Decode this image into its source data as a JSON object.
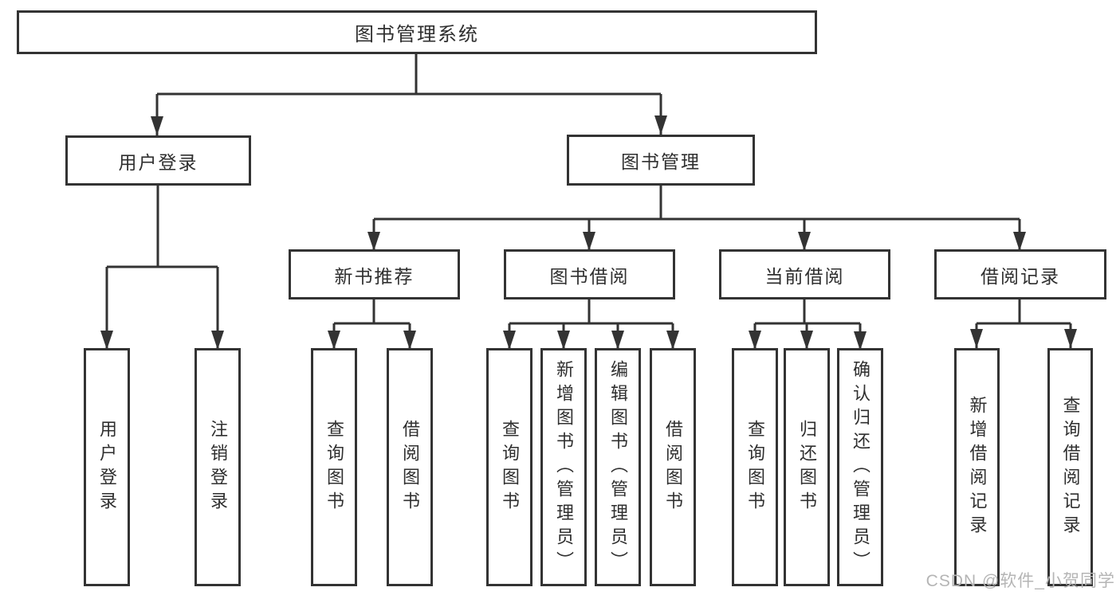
{
  "diagram": {
    "root": {
      "label": "图书管理系统",
      "children": [
        {
          "label": "用户登录",
          "children": [
            {
              "label": "用户登录"
            },
            {
              "label": "注销登录"
            }
          ]
        },
        {
          "label": "图书管理",
          "children": [
            {
              "label": "新书推荐",
              "children": [
                {
                  "label": "查询图书"
                },
                {
                  "label": "借阅图书"
                }
              ]
            },
            {
              "label": "图书借阅",
              "children": [
                {
                  "label": "查询图书"
                },
                {
                  "label": "新增图书（管理员）"
                },
                {
                  "label": "编辑图书（管理员）"
                },
                {
                  "label": "借阅图书"
                }
              ]
            },
            {
              "label": "当前借阅",
              "children": [
                {
                  "label": "查询图书"
                },
                {
                  "label": "归还图书"
                },
                {
                  "label": "确认归还（管理员）"
                }
              ]
            },
            {
              "label": "借阅记录",
              "children": [
                {
                  "label": "新增借阅记录"
                },
                {
                  "label": "查询借阅记录"
                }
              ]
            }
          ]
        }
      ]
    },
    "watermark": "CSDN @软件_小贺同学"
  },
  "colors": {
    "line": "#333333",
    "text": "#2f2f2f",
    "watermark": "#b5b5b5",
    "background": "#ffffff"
  }
}
